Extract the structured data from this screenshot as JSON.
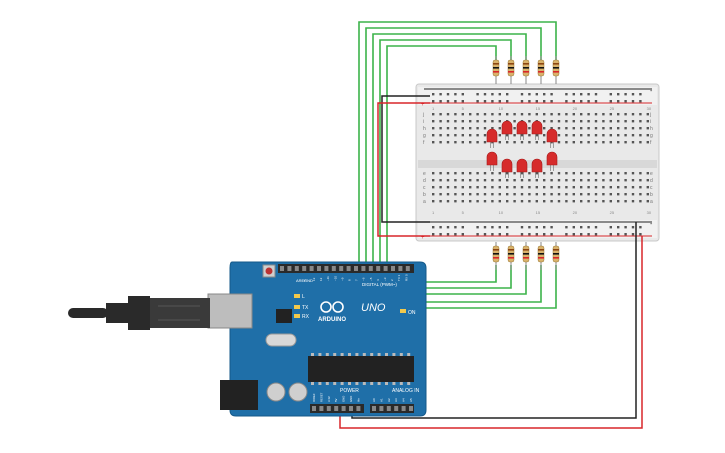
{
  "board": {
    "logo_text": "ARDUINO",
    "model_text": "UNO",
    "digital_label": "DIGITAL (PWM~)",
    "power_label": "POWER",
    "analog_label": "ANALOG IN",
    "on_label": "ON",
    "tx_label": "TX",
    "rx_label": "RX",
    "l_label": "L",
    "aref_label": "AREF",
    "gnd_label": "GND",
    "header_top_labels": [
      "13",
      "12",
      "~11",
      "~10",
      "~9",
      "8",
      "7",
      "~6",
      "~5",
      "4",
      "~3",
      "2",
      "TX 1",
      "RX 0"
    ],
    "power_pins": [
      "IOREF",
      "RESET",
      "3.3V",
      "5V",
      "GND",
      "GND",
      "Vin"
    ],
    "analog_pins": [
      "A0",
      "A1",
      "A2",
      "A3",
      "A4",
      "A5"
    ]
  },
  "breadboard": {
    "row_letters_top": [
      "j",
      "i",
      "h",
      "g",
      "f"
    ],
    "row_letters_bottom": [
      "e",
      "d",
      "c",
      "b",
      "a"
    ],
    "rail_plus": "+",
    "rail_minus": "-",
    "column_numbers": [
      "1",
      "5",
      "10",
      "15",
      "20",
      "25",
      "30"
    ]
  },
  "components": {
    "led_color": "#d62b2b",
    "resistor_count_top": 5,
    "resistor_count_bottom": 5,
    "led_count_top": 5,
    "led_count_bottom": 5
  },
  "colors": {
    "board": "#1f6fa8",
    "wire_green": "#3cb34a",
    "wire_red": "#d8262a",
    "wire_black": "#222222",
    "breadboard": "#e8e8e8",
    "usb": "#2a2a2a"
  }
}
